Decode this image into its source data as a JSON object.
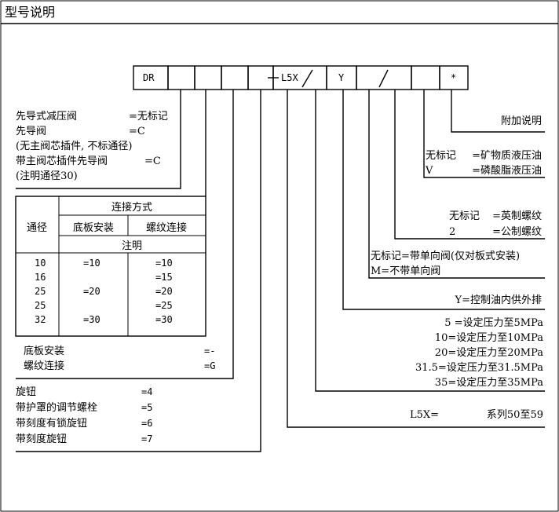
{
  "header": {
    "title": "型号说明"
  },
  "code": {
    "prefix": "DR",
    "series_code": "L5X",
    "control_code": "Y",
    "star": "*"
  },
  "pilot_type": [
    {
      "label": "先导式减压阀",
      "value": "=无标记"
    },
    {
      "label": "先导阀",
      "value": "=C"
    },
    {
      "label": "(无主阀芯插件, 不标通径)",
      "value": ""
    },
    {
      "label": "带主阀芯插件先导阀",
      "value": "=C"
    },
    {
      "label": "(注明通径30)",
      "value": ""
    }
  ],
  "table": {
    "header_conn": "连接方式",
    "header_dn": "通径",
    "header_plate": "底板安装",
    "header_thread": "螺纹连接",
    "header_note": "注明",
    "rows": [
      {
        "dn": "10",
        "plate": "=10",
        "thread": "=10"
      },
      {
        "dn": "16",
        "plate": "",
        "thread": "=15"
      },
      {
        "dn": "25",
        "plate": "=20",
        "thread": "=20"
      },
      {
        "dn": "25",
        "plate": "",
        "thread": "=25"
      },
      {
        "dn": "32",
        "plate": "=30",
        "thread": "=30"
      }
    ]
  },
  "connection": [
    {
      "label": "底板安装",
      "value": "=-"
    },
    {
      "label": "螺纹连接",
      "value": "=G"
    }
  ],
  "adjust": [
    {
      "label": "旋钮",
      "value": "=4"
    },
    {
      "label": "带护罩的调节螺栓",
      "value": "=5"
    },
    {
      "label": "带刻度有锁旋钮",
      "value": "=6"
    },
    {
      "label": "带刻度旋钮",
      "value": "=7"
    }
  ],
  "extra": {
    "label": "附加说明"
  },
  "fluid": [
    {
      "key": "无标记",
      "text": "=矿物质液压油"
    },
    {
      "key": "V",
      "text": "=磷酸脂液压油"
    }
  ],
  "thread_type": [
    {
      "key": "无标记",
      "text": "=英制螺纹"
    },
    {
      "key": "2",
      "text": "=公制螺纹"
    }
  ],
  "check_valve": [
    {
      "text": "无标记=带单向阀(仅对板式安装)"
    },
    {
      "text": "M=不带单向阀"
    }
  ],
  "control": {
    "text": "Y=控制油内供外排"
  },
  "pressure": [
    "5  =设定压力至5MPa",
    "10=设定压力至10MPa",
    "20=设定压力至20MPa",
    "31.5=设定压力至31.5MPa",
    "35=设定压力至35MPa"
  ],
  "series": {
    "key": "L5X=",
    "text": "系列50至59"
  }
}
